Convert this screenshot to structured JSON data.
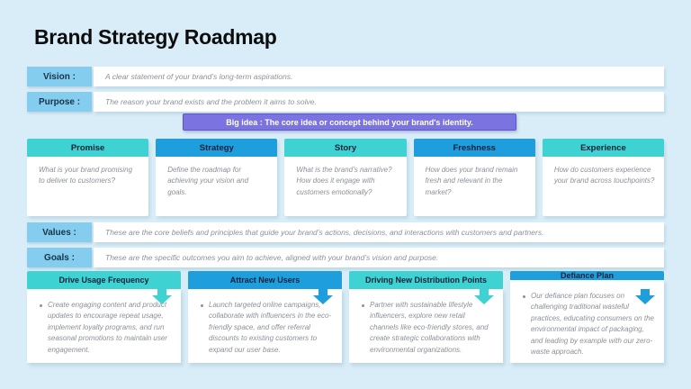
{
  "title": "Brand Strategy Roadmap",
  "rows": [
    {
      "label": "Vision :",
      "text": "A clear statement of your brand’s long-term aspirations."
    },
    {
      "label": "Purpose :",
      "text": "The reason your brand exists and the problem it aims to solve."
    }
  ],
  "big_idea": "Big idea : The core idea or concept behind your brand's identity.",
  "pillars": [
    {
      "title": "Promise",
      "color": "teal",
      "text": "What is your brand promising to deliver to customers?"
    },
    {
      "title": "Strategy",
      "color": "blue",
      "text": "Define the roadmap for achieving your vision and goals."
    },
    {
      "title": "Story",
      "color": "teal",
      "text": "What is the brand’s narrative? How does it engage with customers emotionally?"
    },
    {
      "title": "Freshness",
      "color": "blue",
      "text": "How does your brand remain fresh and relevant in the market?"
    },
    {
      "title": "Experience",
      "color": "teal",
      "text": "How do customers experience your brand across touchpoints?"
    }
  ],
  "bottom_rows": [
    {
      "label": "Values :",
      "text": "These are the core beliefs and principles that guide your brand’s actions, decisions, and interactions with customers and partners."
    },
    {
      "label": "Goals :",
      "text": "These are the specific outcomes you aim to achieve, aligned with your brand’s vision and purpose."
    }
  ],
  "plans": [
    {
      "title": "Drive Usage Frequency",
      "color": "teal",
      "text": "Create engaging content and product updates to encourage repeat usage, implement loyalty programs, and run seasonal promotions to maintain user engagement."
    },
    {
      "title": "Attract New Users",
      "color": "blue",
      "text": "Launch targeted online campaigns, collaborate with influencers in the eco-friendly space, and offer referral discounts to existing customers to expand our user base."
    },
    {
      "title": "Driving New Distribution Points",
      "color": "teal",
      "text": "Partner with sustainable lifestyle influencers, explore new retail channels like eco-friendly stores, and create strategic collaborations with environmental organizations."
    },
    {
      "title": "Defiance Plan",
      "color": "blue",
      "text": "Our defiance plan focuses on challenging traditional wasteful practices, educating consumers on the environmental impact of packaging, and leading by example with our zero-waste approach."
    }
  ],
  "colors": {
    "teal": "#3ed2d2",
    "blue": "#1f9ede",
    "purple": "#7b74e0",
    "label_blue": "#85cdee",
    "background": "#d9edf8"
  }
}
